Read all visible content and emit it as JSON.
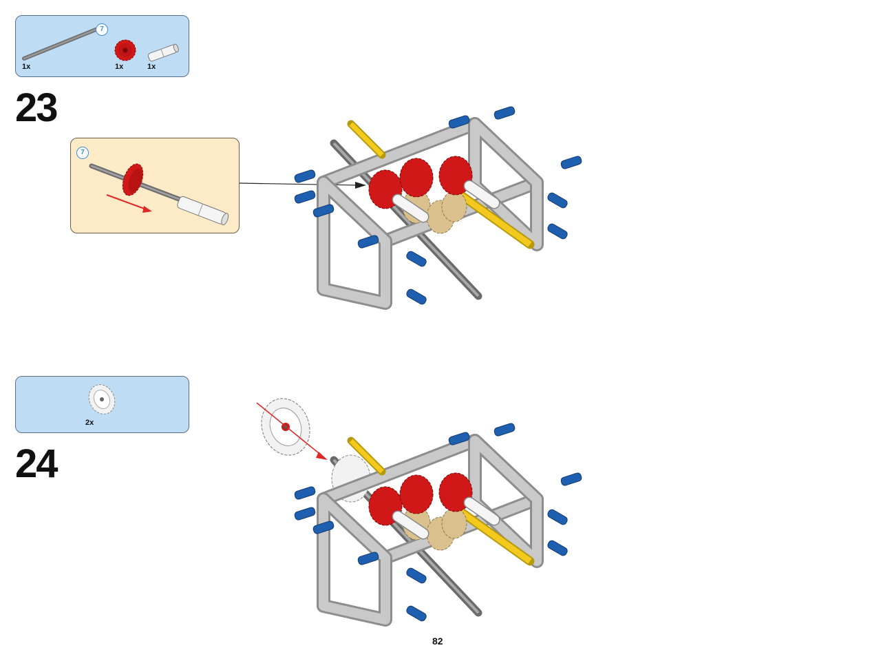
{
  "step23": {
    "number": "23",
    "parts": [
      {
        "qty": "1x",
        "item": "grey axle",
        "length": "7"
      },
      {
        "qty": "1x",
        "item": "red gear"
      },
      {
        "qty": "1x",
        "item": "white axle joiner"
      }
    ],
    "subassembly_axle_length": "7"
  },
  "step24": {
    "number": "24",
    "parts": [
      {
        "qty": "2x",
        "item": "white gear"
      }
    ]
  },
  "page_number": "82",
  "colors": {
    "parts_box": "#bfdcf5",
    "subassembly_box": "#fdebc8",
    "frame_grey": "#b8b8b8",
    "pin_blue": "#1f5fb0",
    "gear_red": "#d01818",
    "gear_tan": "#d9c08c",
    "axle_yellow": "#f2c91c",
    "arrow_red": "#e02828"
  }
}
